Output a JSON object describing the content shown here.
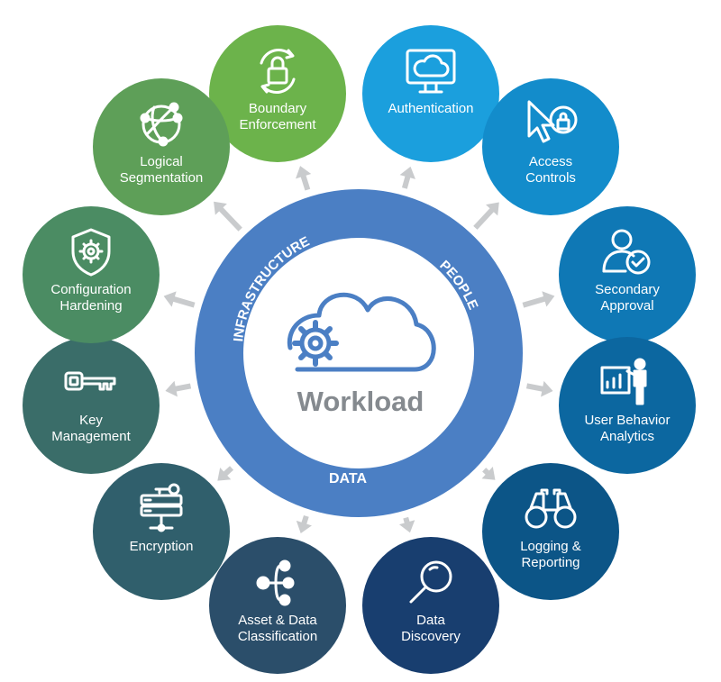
{
  "center": {
    "title": "Workload",
    "icon": "cloud-gear-icon",
    "ring_color": "#4b7fc4",
    "ring_labels": {
      "infrastructure": "INFRASTRUCTURE",
      "people": "PEOPLE",
      "data": "DATA"
    }
  },
  "nodes": [
    {
      "id": "boundary-enforcement",
      "label": "Boundary\nEnforcement",
      "icon": "lock-cycle-icon",
      "color": "#6cb34b"
    },
    {
      "id": "authentication",
      "label": "Authentication",
      "icon": "monitor-cloud-icon",
      "color": "#1b9fdd"
    },
    {
      "id": "access-controls",
      "label": "Access\nControls",
      "icon": "cursor-lock-icon",
      "color": "#138ccb"
    },
    {
      "id": "secondary-approval",
      "label": "Secondary\nApproval",
      "icon": "user-check-icon",
      "color": "#0f78b5"
    },
    {
      "id": "user-behavior-analytics",
      "label": "User Behavior\nAnalytics",
      "icon": "presenter-chart-icon",
      "color": "#0c67a0"
    },
    {
      "id": "logging-reporting",
      "label": "Logging &\nReporting",
      "icon": "binoculars-icon",
      "color": "#0c5587"
    },
    {
      "id": "data-discovery",
      "label": "Data\nDiscovery",
      "icon": "magnifier-icon",
      "color": "#183e6f"
    },
    {
      "id": "asset-data-classification",
      "label": "Asset & Data\nClassification",
      "icon": "branch-icon",
      "color": "#2b4e6a"
    },
    {
      "id": "encryption",
      "label": "Encryption",
      "icon": "server-key-icon",
      "color": "#305f6c"
    },
    {
      "id": "key-management",
      "label": "Key\nManagement",
      "icon": "key-icon",
      "color": "#3a6d69"
    },
    {
      "id": "configuration-hardening",
      "label": "Configuration\nHardening",
      "icon": "shield-gear-icon",
      "color": "#4b8c63"
    },
    {
      "id": "logical-segmentation",
      "label": "Logical\nSegmentation",
      "icon": "network-globe-icon",
      "color": "#5e9f58"
    }
  ]
}
